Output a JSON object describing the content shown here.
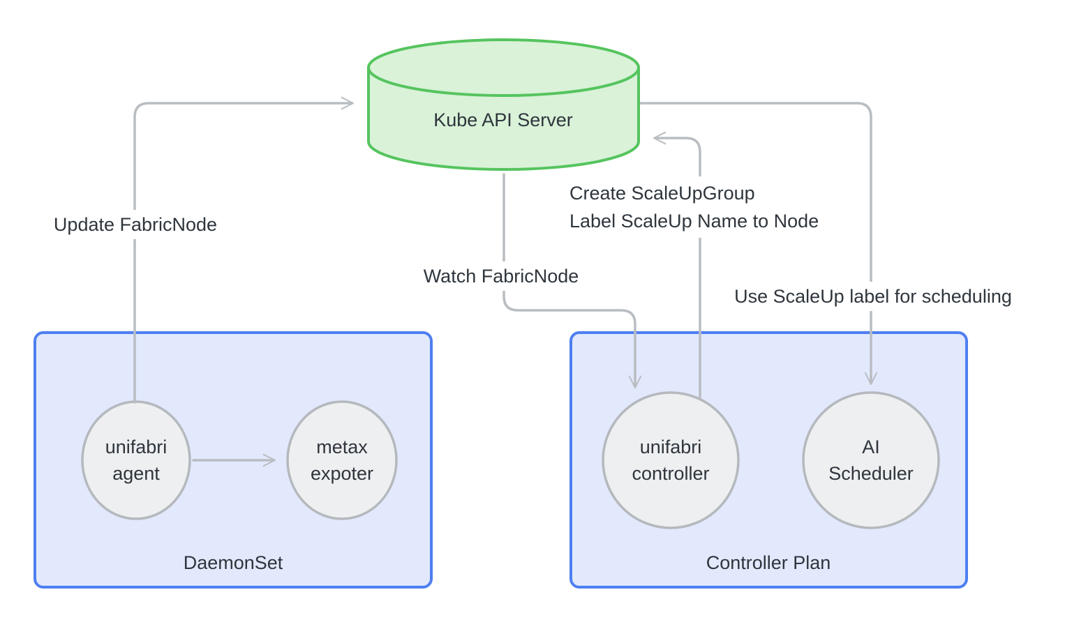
{
  "diagram": {
    "api_server": {
      "label": "Kube API Server"
    },
    "edges": [
      {
        "id": "update-fabricnode",
        "label": "Update FabricNode",
        "from": "unifabri-agent",
        "to": "kube-api-server"
      },
      {
        "id": "watch-fabricnode",
        "label": "Watch FabricNode",
        "from": "kube-api-server",
        "to": "unifabri-controller"
      },
      {
        "id": "create-scaleupgroup",
        "label_line1": "Create ScaleUpGroup",
        "label_line2": "Label ScaleUp Name to Node",
        "from": "unifabri-controller",
        "to": "kube-api-server"
      },
      {
        "id": "use-scaleup-label",
        "label": "Use ScaleUp label for scheduling",
        "from": "kube-api-server",
        "to": "ai-scheduler"
      },
      {
        "id": "agent-to-expoter",
        "label": "",
        "from": "unifabri-agent",
        "to": "metax-expoter"
      }
    ],
    "groups": [
      {
        "id": "daemonset",
        "label": "DaemonSet",
        "nodes": [
          {
            "id": "unifabri-agent",
            "line1": "unifabri",
            "line2": "agent"
          },
          {
            "id": "metax-expoter",
            "line1": "metax",
            "line2": "expoter"
          }
        ]
      },
      {
        "id": "controller-plan",
        "label": "Controller Plan",
        "nodes": [
          {
            "id": "unifabri-controller",
            "line1": "unifabri",
            "line2": "controller"
          },
          {
            "id": "ai-scheduler",
            "line1": "AI",
            "line2": "Scheduler"
          }
        ]
      }
    ],
    "colors": {
      "canvas_bg": "#ffffff",
      "cylinder_fill": "#d9f2d8",
      "cylinder_stroke": "#55c45e",
      "group_fill": "#e2e9fd",
      "group_stroke": "#4e7ff0",
      "node_fill": "#eeeff0",
      "node_stroke": "#b5b9bd",
      "edge_stroke": "#b9bdc2",
      "text": "#2e353c"
    }
  }
}
